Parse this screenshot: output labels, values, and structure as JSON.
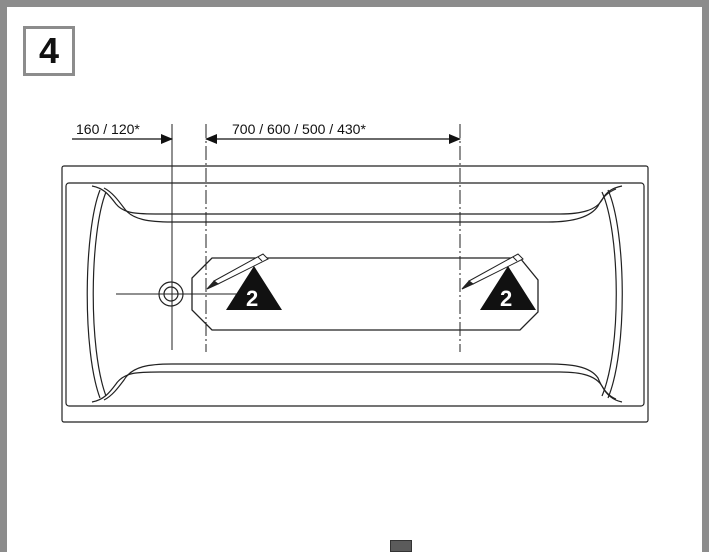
{
  "step": {
    "number": "4"
  },
  "dimensions": {
    "drain_offset": "160 / 120*",
    "support_spacing": "700 / 600 / 500 / 430*"
  },
  "callouts": [
    {
      "label": "2",
      "icon": "pencil-icon"
    },
    {
      "label": "2",
      "icon": "pencil-icon"
    }
  ],
  "colors": {
    "frame": "#8c8c8c",
    "line": "#222222",
    "badge": "#111111"
  }
}
